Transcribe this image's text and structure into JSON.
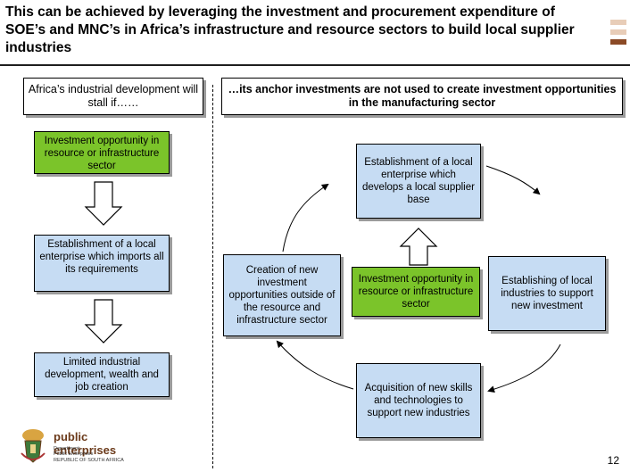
{
  "title": "This can be achieved by leveraging the investment and procurement expenditure of SOE’s and MNC’s in Africa’s infrastructure and resource sectors to build local supplier industries",
  "left_header": "Africa’s industrial development will stall if……",
  "right_header": "…its anchor investments are not used to create investment opportunities in the manufacturing sector",
  "left_flow": {
    "step1": "Investment opportunity in resource or infrastructure sector",
    "step2": "Establishment of a local enterprise which imports all its requirements",
    "step3": "Limited industrial development, wealth and job creation"
  },
  "cycle": {
    "top": "Establishment of a local enterprise which develops a local supplier base",
    "left": "Creation of new investment opportunities outside of the resource and infrastructure sector",
    "center": "Investment opportunity in resource or infrastructure sector",
    "right": "Establishing of local industries to support new investment",
    "bottom": "Acquisition of new skills and technologies to support new industries"
  },
  "logo": {
    "name": "public enterprises",
    "sub1": "Department:",
    "sub2": "Public Enterprises",
    "sub3": "REPUBLIC OF SOUTH AFRICA"
  },
  "page_number": "12",
  "colors": {
    "blue_box": "#c6dcf3",
    "green_box": "#7bc42a",
    "deco_light": "#e8cdb8",
    "deco_dark": "#8b4a26"
  }
}
